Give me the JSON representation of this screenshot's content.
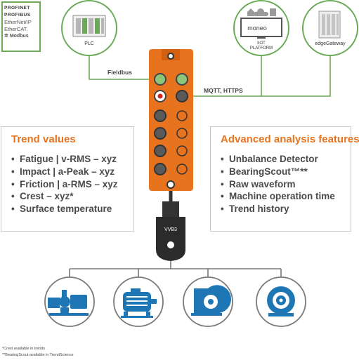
{
  "protocols": {
    "profinet": "PROFINET",
    "profibus": "PROFIBUS",
    "ethernet_ip": "EtherNet/IP",
    "ethercat": "EtherCAT.",
    "modbus": "Modbus"
  },
  "nodes": {
    "plc": "PLC",
    "iiot_platform": "IIOT\nPLATFORM",
    "moneo_screen": "moneo",
    "edge_gateway": "edgeGateway"
  },
  "links": {
    "fieldbus": "Fieldbus",
    "mqtt": "MQTT, HTTPS"
  },
  "trend_values": {
    "title": "Trend values",
    "items": [
      "Fatigue | v-RMS – xyz",
      "Impact  | a-Peak – xyz",
      "Friction | a-RMS – xyz",
      "Crest – xyz*",
      "Surface temperature"
    ]
  },
  "advanced": {
    "title": "Advanced analysis features",
    "items": [
      "Unbalance Detector",
      "BearingScout™**",
      "Raw waveform",
      "Machine operation time",
      "Trend history"
    ]
  },
  "sensor": {
    "label": "VVB3"
  },
  "machines": [
    "pump-icon",
    "motor-icon",
    "fan-icon",
    "drive-icon"
  ],
  "footnotes": [
    "*Crest available in trends",
    "**BearingScout available in TrendScience"
  ],
  "colors": {
    "orange": "#e8731e",
    "green": "#6aaa57",
    "blue": "#1f76b4",
    "grey": "#6e6e6e"
  }
}
